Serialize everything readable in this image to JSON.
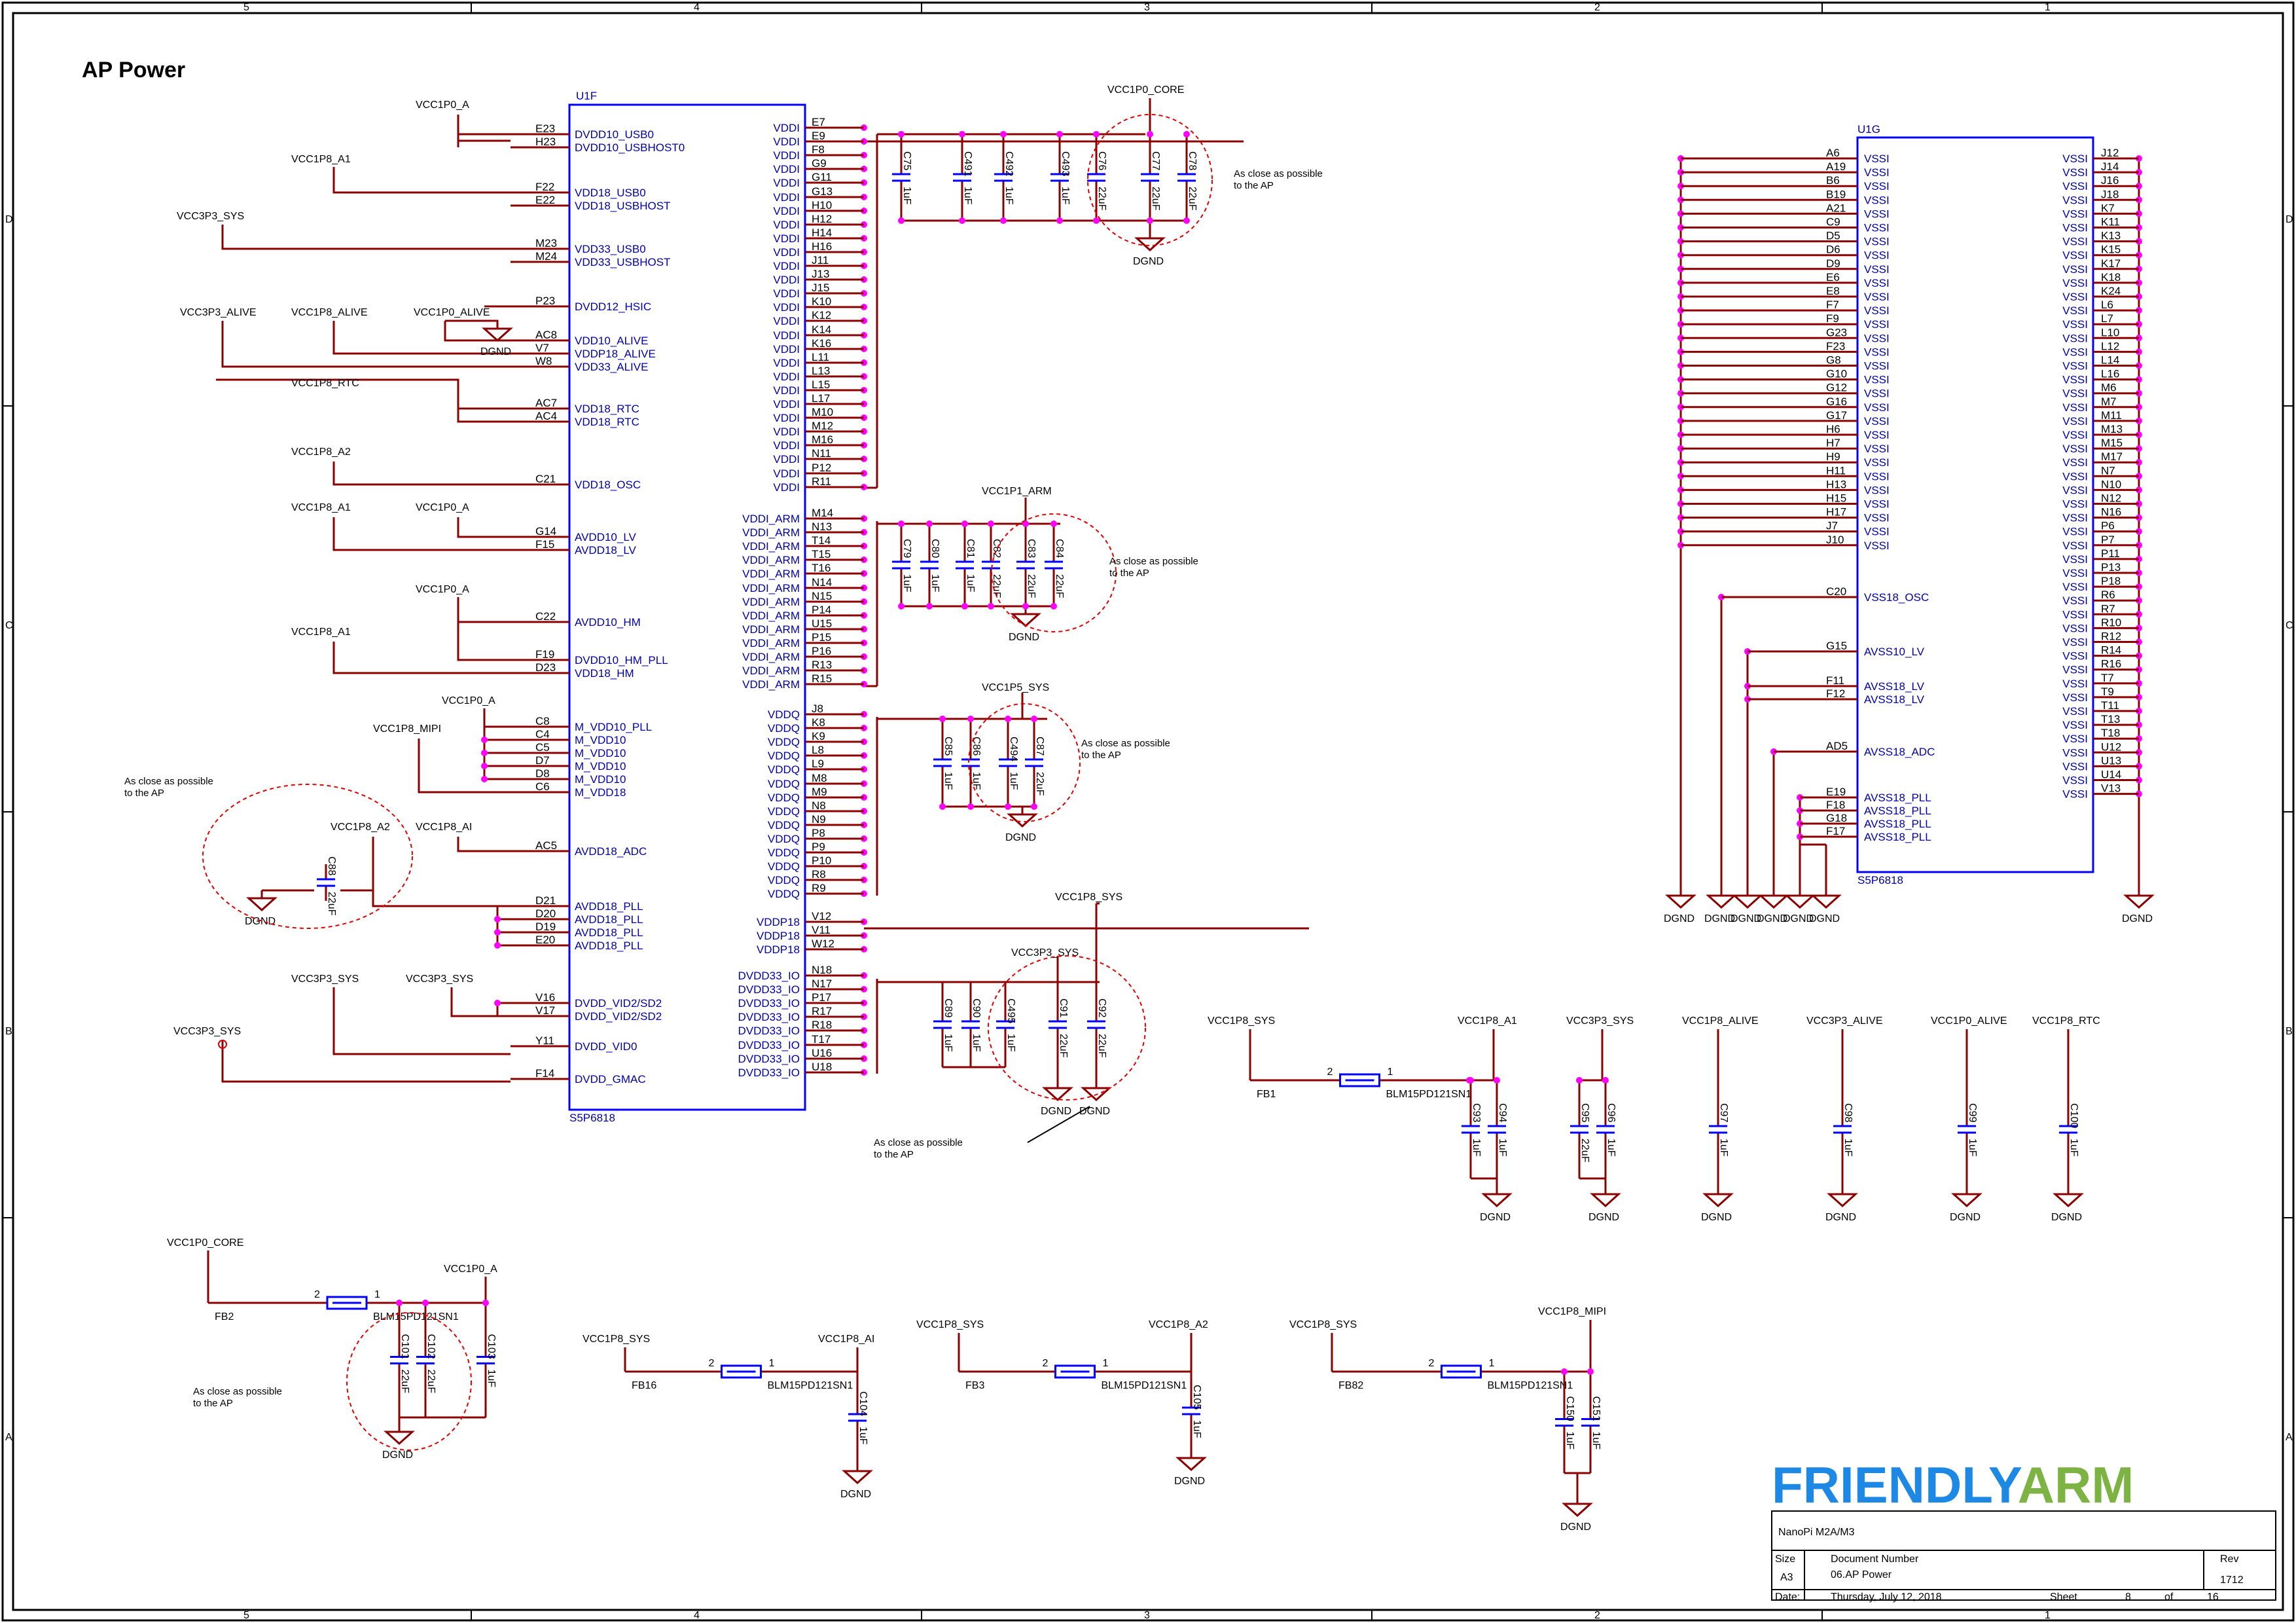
{
  "title": "AP Power",
  "border_cols": [
    "5",
    "4",
    "3",
    "2",
    "1"
  ],
  "border_rows": [
    "D",
    "C",
    "B",
    "A"
  ],
  "u1f": {
    "ref": "U1F",
    "part": "S5P6818",
    "left_pins": [
      {
        "num": "E23",
        "name": "DVDD10_USB0"
      },
      {
        "num": "H23",
        "name": "DVDD10_USBHOST0"
      },
      {
        "num": "F22",
        "name": "VDD18_USB0"
      },
      {
        "num": "E22",
        "name": "VDD18_USBHOST"
      },
      {
        "num": "M23",
        "name": "VDD33_USB0"
      },
      {
        "num": "M24",
        "name": "VDD33_USBHOST"
      },
      {
        "num": "P23",
        "name": "DVDD12_HSIC"
      },
      {
        "num": "AC8",
        "name": "VDD10_ALIVE"
      },
      {
        "num": "V7",
        "name": "VDDP18_ALIVE"
      },
      {
        "num": "W8",
        "name": "VDD33_ALIVE"
      },
      {
        "num": "AC7",
        "name": "VDD18_RTC"
      },
      {
        "num": "AC4",
        "name": "VDD18_RTC"
      },
      {
        "num": "C21",
        "name": "VDD18_OSC"
      },
      {
        "num": "G14",
        "name": "AVDD10_LV"
      },
      {
        "num": "F15",
        "name": "AVDD18_LV"
      },
      {
        "num": "C22",
        "name": "AVDD10_HM"
      },
      {
        "num": "F19",
        "name": "DVDD10_HM_PLL"
      },
      {
        "num": "D23",
        "name": "VDD18_HM"
      },
      {
        "num": "C8",
        "name": "M_VDD10_PLL"
      },
      {
        "num": "C4",
        "name": "M_VDD10"
      },
      {
        "num": "C5",
        "name": "M_VDD10"
      },
      {
        "num": "D7",
        "name": "M_VDD10"
      },
      {
        "num": "D8",
        "name": "M_VDD10"
      },
      {
        "num": "C6",
        "name": "M_VDD18"
      },
      {
        "num": "AC5",
        "name": "AVDD18_ADC"
      },
      {
        "num": "D21",
        "name": "AVDD18_PLL"
      },
      {
        "num": "D20",
        "name": "AVDD18_PLL"
      },
      {
        "num": "D19",
        "name": "AVDD18_PLL"
      },
      {
        "num": "E20",
        "name": "AVDD18_PLL"
      },
      {
        "num": "V16",
        "name": "DVDD_VID2/SD2"
      },
      {
        "num": "V17",
        "name": "DVDD_VID2/SD2"
      },
      {
        "num": "Y11",
        "name": "DVDD_VID0"
      },
      {
        "num": "F14",
        "name": "DVDD_GMAC"
      }
    ],
    "right_pins": [
      {
        "num": "E7",
        "name": "VDDI"
      },
      {
        "num": "E9",
        "name": "VDDI"
      },
      {
        "num": "F8",
        "name": "VDDI"
      },
      {
        "num": "G9",
        "name": "VDDI"
      },
      {
        "num": "G11",
        "name": "VDDI"
      },
      {
        "num": "G13",
        "name": "VDDI"
      },
      {
        "num": "H10",
        "name": "VDDI"
      },
      {
        "num": "H12",
        "name": "VDDI"
      },
      {
        "num": "H14",
        "name": "VDDI"
      },
      {
        "num": "H16",
        "name": "VDDI"
      },
      {
        "num": "J11",
        "name": "VDDI"
      },
      {
        "num": "J13",
        "name": "VDDI"
      },
      {
        "num": "J15",
        "name": "VDDI"
      },
      {
        "num": "K10",
        "name": "VDDI"
      },
      {
        "num": "K12",
        "name": "VDDI"
      },
      {
        "num": "K14",
        "name": "VDDI"
      },
      {
        "num": "K16",
        "name": "VDDI"
      },
      {
        "num": "L11",
        "name": "VDDI"
      },
      {
        "num": "L13",
        "name": "VDDI"
      },
      {
        "num": "L15",
        "name": "VDDI"
      },
      {
        "num": "L17",
        "name": "VDDI"
      },
      {
        "num": "M10",
        "name": "VDDI"
      },
      {
        "num": "M12",
        "name": "VDDI"
      },
      {
        "num": "M16",
        "name": "VDDI"
      },
      {
        "num": "N11",
        "name": "VDDI"
      },
      {
        "num": "P12",
        "name": "VDDI"
      },
      {
        "num": "R11",
        "name": "VDDI"
      },
      {
        "num": "M14",
        "name": "VDDI_ARM"
      },
      {
        "num": "N13",
        "name": "VDDI_ARM"
      },
      {
        "num": "T14",
        "name": "VDDI_ARM"
      },
      {
        "num": "T15",
        "name": "VDDI_ARM"
      },
      {
        "num": "T16",
        "name": "VDDI_ARM"
      },
      {
        "num": "N14",
        "name": "VDDI_ARM"
      },
      {
        "num": "N15",
        "name": "VDDI_ARM"
      },
      {
        "num": "P14",
        "name": "VDDI_ARM"
      },
      {
        "num": "U15",
        "name": "VDDI_ARM"
      },
      {
        "num": "P15",
        "name": "VDDI_ARM"
      },
      {
        "num": "P16",
        "name": "VDDI_ARM"
      },
      {
        "num": "R13",
        "name": "VDDI_ARM"
      },
      {
        "num": "R15",
        "name": "VDDI_ARM"
      },
      {
        "num": "J8",
        "name": "VDDQ"
      },
      {
        "num": "K8",
        "name": "VDDQ"
      },
      {
        "num": "K9",
        "name": "VDDQ"
      },
      {
        "num": "L8",
        "name": "VDDQ"
      },
      {
        "num": "L9",
        "name": "VDDQ"
      },
      {
        "num": "M8",
        "name": "VDDQ"
      },
      {
        "num": "M9",
        "name": "VDDQ"
      },
      {
        "num": "N8",
        "name": "VDDQ"
      },
      {
        "num": "N9",
        "name": "VDDQ"
      },
      {
        "num": "P8",
        "name": "VDDQ"
      },
      {
        "num": "P9",
        "name": "VDDQ"
      },
      {
        "num": "P10",
        "name": "VDDQ"
      },
      {
        "num": "R8",
        "name": "VDDQ"
      },
      {
        "num": "R9",
        "name": "VDDQ"
      },
      {
        "num": "V12",
        "name": "VDDP18"
      },
      {
        "num": "V11",
        "name": "VDDP18"
      },
      {
        "num": "W12",
        "name": "VDDP18"
      },
      {
        "num": "N18",
        "name": "DVDD33_IO"
      },
      {
        "num": "N17",
        "name": "DVDD33_IO"
      },
      {
        "num": "P17",
        "name": "DVDD33_IO"
      },
      {
        "num": "R17",
        "name": "DVDD33_IO"
      },
      {
        "num": "R18",
        "name": "DVDD33_IO"
      },
      {
        "num": "T17",
        "name": "DVDD33_IO"
      },
      {
        "num": "U16",
        "name": "DVDD33_IO"
      },
      {
        "num": "U18",
        "name": "DVDD33_IO"
      }
    ]
  },
  "u1g": {
    "ref": "U1G",
    "part": "S5P6818",
    "left_pins": [
      {
        "num": "A6",
        "name": "VSSI"
      },
      {
        "num": "A19",
        "name": "VSSI"
      },
      {
        "num": "B6",
        "name": "VSSI"
      },
      {
        "num": "B19",
        "name": "VSSI"
      },
      {
        "num": "A21",
        "name": "VSSI"
      },
      {
        "num": "C9",
        "name": "VSSI"
      },
      {
        "num": "D5",
        "name": "VSSI"
      },
      {
        "num": "D6",
        "name": "VSSI"
      },
      {
        "num": "D9",
        "name": "VSSI"
      },
      {
        "num": "E6",
        "name": "VSSI"
      },
      {
        "num": "E8",
        "name": "VSSI"
      },
      {
        "num": "F7",
        "name": "VSSI"
      },
      {
        "num": "F9",
        "name": "VSSI"
      },
      {
        "num": "G23",
        "name": "VSSI"
      },
      {
        "num": "F23",
        "name": "VSSI"
      },
      {
        "num": "G8",
        "name": "VSSI"
      },
      {
        "num": "G10",
        "name": "VSSI"
      },
      {
        "num": "G12",
        "name": "VSSI"
      },
      {
        "num": "G16",
        "name": "VSSI"
      },
      {
        "num": "G17",
        "name": "VSSI"
      },
      {
        "num": "H6",
        "name": "VSSI"
      },
      {
        "num": "H7",
        "name": "VSSI"
      },
      {
        "num": "H9",
        "name": "VSSI"
      },
      {
        "num": "H11",
        "name": "VSSI"
      },
      {
        "num": "H13",
        "name": "VSSI"
      },
      {
        "num": "H15",
        "name": "VSSI"
      },
      {
        "num": "H17",
        "name": "VSSI"
      },
      {
        "num": "J7",
        "name": "VSSI"
      },
      {
        "num": "J10",
        "name": "VSSI"
      }
    ],
    "special_pins": [
      {
        "num": "C20",
        "name": "VSS18_OSC"
      },
      {
        "num": "G15",
        "name": "AVSS10_LV"
      },
      {
        "num": "F11",
        "name": "AVSS18_LV"
      },
      {
        "num": "F12",
        "name": "AVSS18_LV"
      },
      {
        "num": "AD5",
        "name": "AVSS18_ADC"
      },
      {
        "num": "E19",
        "name": "AVSS18_PLL"
      },
      {
        "num": "F18",
        "name": "AVSS18_PLL"
      },
      {
        "num": "G18",
        "name": "AVSS18_PLL"
      },
      {
        "num": "F17",
        "name": "AVSS18_PLL"
      }
    ],
    "right_pins": [
      {
        "num": "J12",
        "name": "VSSI"
      },
      {
        "num": "J14",
        "name": "VSSI"
      },
      {
        "num": "J16",
        "name": "VSSI"
      },
      {
        "num": "J18",
        "name": "VSSI"
      },
      {
        "num": "K7",
        "name": "VSSI"
      },
      {
        "num": "K11",
        "name": "VSSI"
      },
      {
        "num": "K13",
        "name": "VSSI"
      },
      {
        "num": "K15",
        "name": "VSSI"
      },
      {
        "num": "K17",
        "name": "VSSI"
      },
      {
        "num": "K18",
        "name": "VSSI"
      },
      {
        "num": "K24",
        "name": "VSSI"
      },
      {
        "num": "L6",
        "name": "VSSI"
      },
      {
        "num": "L7",
        "name": "VSSI"
      },
      {
        "num": "L10",
        "name": "VSSI"
      },
      {
        "num": "L12",
        "name": "VSSI"
      },
      {
        "num": "L14",
        "name": "VSSI"
      },
      {
        "num": "L16",
        "name": "VSSI"
      },
      {
        "num": "M6",
        "name": "VSSI"
      },
      {
        "num": "M7",
        "name": "VSSI"
      },
      {
        "num": "M11",
        "name": "VSSI"
      },
      {
        "num": "M13",
        "name": "VSSI"
      },
      {
        "num": "M15",
        "name": "VSSI"
      },
      {
        "num": "M17",
        "name": "VSSI"
      },
      {
        "num": "N7",
        "name": "VSSI"
      },
      {
        "num": "N10",
        "name": "VSSI"
      },
      {
        "num": "N12",
        "name": "VSSI"
      },
      {
        "num": "N16",
        "name": "VSSI"
      },
      {
        "num": "P6",
        "name": "VSSI"
      },
      {
        "num": "P7",
        "name": "VSSI"
      },
      {
        "num": "P11",
        "name": "VSSI"
      },
      {
        "num": "P13",
        "name": "VSSI"
      },
      {
        "num": "P18",
        "name": "VSSI"
      },
      {
        "num": "R6",
        "name": "VSSI"
      },
      {
        "num": "R7",
        "name": "VSSI"
      },
      {
        "num": "R10",
        "name": "VSSI"
      },
      {
        "num": "R12",
        "name": "VSSI"
      },
      {
        "num": "R14",
        "name": "VSSI"
      },
      {
        "num": "R16",
        "name": "VSSI"
      },
      {
        "num": "T7",
        "name": "VSSI"
      },
      {
        "num": "T9",
        "name": "VSSI"
      },
      {
        "num": "T11",
        "name": "VSSI"
      },
      {
        "num": "T13",
        "name": "VSSI"
      },
      {
        "num": "T18",
        "name": "VSSI"
      },
      {
        "num": "U12",
        "name": "VSSI"
      },
      {
        "num": "U13",
        "name": "VSSI"
      },
      {
        "num": "U14",
        "name": "VSSI"
      },
      {
        "num": "V13",
        "name": "VSSI"
      }
    ]
  },
  "net_labels": [
    "VCC1P0_A",
    "VCC1P8_A1",
    "VCC3P3_SYS",
    "VCC3P3_ALIVE",
    "VCC1P8_ALIVE",
    "VCC1P0_ALIVE",
    "DGND",
    "VCC1P8_RTC",
    "VCC1P8_A2",
    "VCC1P8_A1",
    "VCC1P0_A",
    "VCC1P0_A",
    "VCC1P8_A1",
    "VCC1P0_A",
    "VCC1P8_MIPI",
    "VCC1P8_A2",
    "VCC1P8_AI",
    "DGND",
    "VCC3P3_SYS",
    "VCC3P3_SYS",
    "VCC3P3_SYS",
    "VCC1P0_CORE",
    "DGND",
    "VCC1P1_ARM",
    "DGND",
    "VCC1P5_SYS",
    "DGND",
    "VCC1P8_SYS",
    "VCC3P3_SYS",
    "DGND",
    "DGND"
  ],
  "caps_core": [
    {
      "ref": "C75",
      "val": "1uF"
    },
    {
      "ref": "C491",
      "val": "1uF"
    },
    {
      "ref": "C492",
      "val": "1uF"
    },
    {
      "ref": "C493",
      "val": "1uF"
    },
    {
      "ref": "C76",
      "val": "22uF"
    },
    {
      "ref": "C77",
      "val": "22uF"
    },
    {
      "ref": "C78",
      "val": "22uF"
    }
  ],
  "caps_arm": [
    {
      "ref": "C79",
      "val": "1uF"
    },
    {
      "ref": "C80",
      "val": "1uF"
    },
    {
      "ref": "C81",
      "val": "1uF"
    },
    {
      "ref": "C82",
      "val": "22uF"
    },
    {
      "ref": "C83",
      "val": "22uF"
    },
    {
      "ref": "C84",
      "val": "22uF"
    }
  ],
  "caps_ddr": [
    {
      "ref": "C85",
      "val": "1uF"
    },
    {
      "ref": "C86",
      "val": "1uF"
    },
    {
      "ref": "C494",
      "val": "1uF"
    },
    {
      "ref": "C87",
      "val": "22uF"
    }
  ],
  "caps_io": [
    {
      "ref": "C89",
      "val": "1uF"
    },
    {
      "ref": "C90",
      "val": "1uF"
    },
    {
      "ref": "C495",
      "val": "1uF"
    },
    {
      "ref": "C91",
      "val": "22uF"
    },
    {
      "ref": "C92",
      "val": "22uF"
    }
  ],
  "c88": {
    "ref": "C88",
    "val": "22uF"
  },
  "note": "As close as possible to the AP",
  "bottom_groups": [
    {
      "net": "VCC1P8_A1",
      "caps": [
        {
          "ref": "C93",
          "val": "1uF"
        },
        {
          "ref": "C94",
          "val": "1uF"
        }
      ]
    },
    {
      "net": "VCC3P3_SYS",
      "caps": [
        {
          "ref": "C95",
          "val": "22uF"
        },
        {
          "ref": "C96",
          "val": "1uF"
        }
      ]
    },
    {
      "net": "VCC1P8_ALIVE",
      "caps": [
        {
          "ref": "C97",
          "val": "1uF"
        }
      ]
    },
    {
      "net": "VCC3P3_ALIVE",
      "caps": [
        {
          "ref": "C98",
          "val": "1uF"
        }
      ]
    },
    {
      "net": "VCC1P0_ALIVE",
      "caps": [
        {
          "ref": "C99",
          "val": "1uF"
        }
      ]
    },
    {
      "net": "VCC1P8_RTC",
      "caps": [
        {
          "ref": "C100",
          "val": "1uF"
        }
      ]
    }
  ],
  "ferrites": [
    {
      "ref": "FB1",
      "part": "BLM15PD121SN1",
      "in": "VCC1P8_SYS",
      "out": "VCC1P8_A1"
    },
    {
      "ref": "FB2",
      "part": "BLM15PD121SN1",
      "in": "VCC1P0_CORE",
      "out": "VCC1P0_A"
    },
    {
      "ref": "FB16",
      "part": "BLM15PD121SN1",
      "in": "VCC1P8_SYS",
      "out": "VCC1P8_AI"
    },
    {
      "ref": "FB3",
      "part": "BLM15PD121SN1",
      "in": "VCC1P8_SYS",
      "out": "VCC1P8_A2"
    },
    {
      "ref": "FB82",
      "part": "BLM15PD121SN1",
      "in": "VCC1P8_SYS",
      "out": "VCC1P8_MIPI"
    }
  ],
  "fb2_caps": [
    {
      "ref": "C101",
      "val": "22uF"
    },
    {
      "ref": "C102",
      "val": "22uF"
    },
    {
      "ref": "C103",
      "val": "1uF"
    }
  ],
  "c104": {
    "ref": "C104",
    "val": "1uF"
  },
  "c105": {
    "ref": "C105",
    "val": "1uF"
  },
  "mipi_caps": [
    {
      "ref": "C150",
      "val": "1uF"
    },
    {
      "ref": "C151",
      "val": "1uF"
    }
  ],
  "gnd_label": "DGND",
  "pin_num_1": "1",
  "pin_num_2": "2",
  "logo": {
    "part1": "FRIENDLY",
    "part2": "ARM",
    "color1": "#1e88e5",
    "color2": "#7cb342"
  },
  "title_block": {
    "project": "NanoPi M2A/M3",
    "size_label": "Size",
    "size": "A3",
    "docnum_label": "Document Number",
    "docnum": "06.AP Power",
    "rev_label": "Rev",
    "rev": "1712",
    "date_label": "Date:",
    "date": "Thursday, July 12, 2018",
    "sheet_label": "Sheet",
    "sheet": "8",
    "of_label": "of",
    "total": "16"
  },
  "colors": {
    "wire": "#8b0000",
    "junction": "#ff00ff",
    "body": "#0000ff",
    "note_circle": "#e00000",
    "pin_name": "#0000a8"
  }
}
